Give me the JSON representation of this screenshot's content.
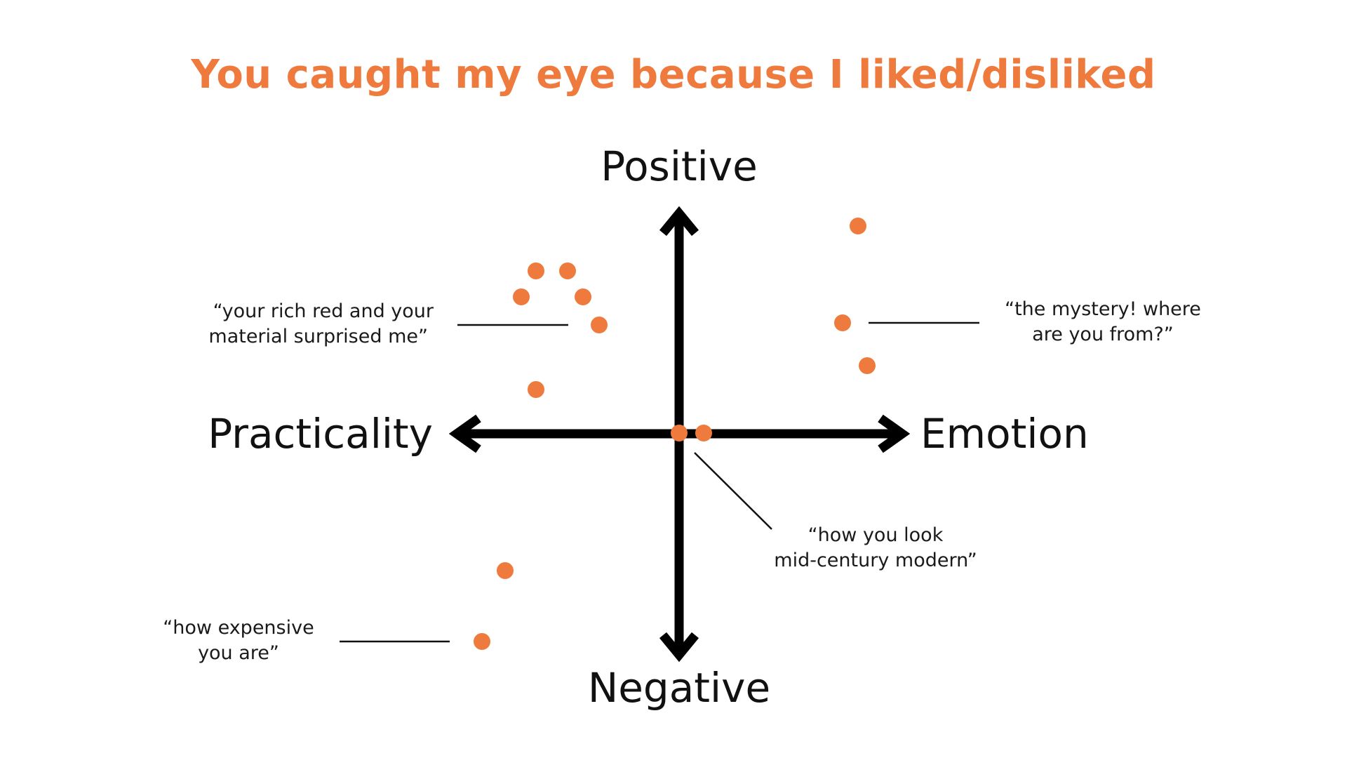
{
  "title": "You caught my eye because I liked/disliked",
  "axes": {
    "top": "Positive",
    "bottom": "Negative",
    "left": "Practicality",
    "right": "Emotion"
  },
  "annotations": {
    "upper_left": [
      "“your rich red and your",
      "material surprised me”"
    ],
    "upper_right": [
      "“the mystery! where",
      "are you from?”"
    ],
    "center": [
      "“how you look",
      "mid-century modern”"
    ],
    "lower_left": [
      "“how expensive",
      "you are”"
    ]
  },
  "colors": {
    "accent": "#ef7a3d",
    "axis": "#000000",
    "text": "#111111"
  }
}
